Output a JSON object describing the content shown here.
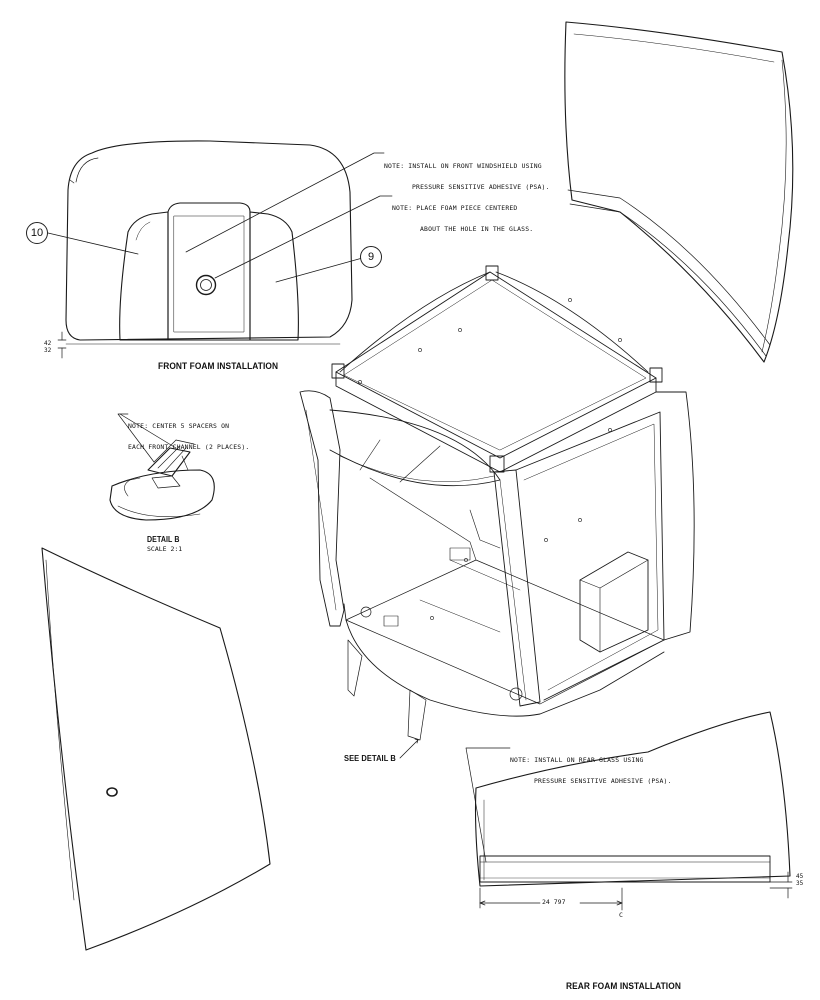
{
  "front_foam": {
    "note_psa_line1": "NOTE: INSTALL ON FRONT WINDSHIELD USING",
    "note_psa_line2": "PRESSURE SENSITIVE ADHESIVE (PSA).",
    "note_hole_line1": "NOTE: PLACE FOAM PIECE CENTERED",
    "note_hole_line2": "ABOUT THE HOLE IN THE GLASS.",
    "callout_10": "10",
    "callout_9": "9",
    "dim_top": "42",
    "dim_bottom": "32",
    "caption": "FRONT FOAM INSTALLATION"
  },
  "detail_b": {
    "note_line1": "NOTE: CENTER 5 SPACERS ON",
    "note_line2": "EACH FRONT CHANNEL (2 PLACES).",
    "title": "DETAIL B",
    "scale": "SCALE 2:1"
  },
  "cab": {
    "see_detail": "SEE DETAIL B"
  },
  "rear_foam": {
    "note_line1": "NOTE: INSTALL ON REAR GLASS USING",
    "note_line2": "PRESSURE SENSITIVE ADHESIVE (PSA).",
    "dim_width": "24 797",
    "centerline": "C",
    "dim_top": "45",
    "dim_bottom": "35",
    "caption": "REAR FOAM INSTALLATION"
  }
}
